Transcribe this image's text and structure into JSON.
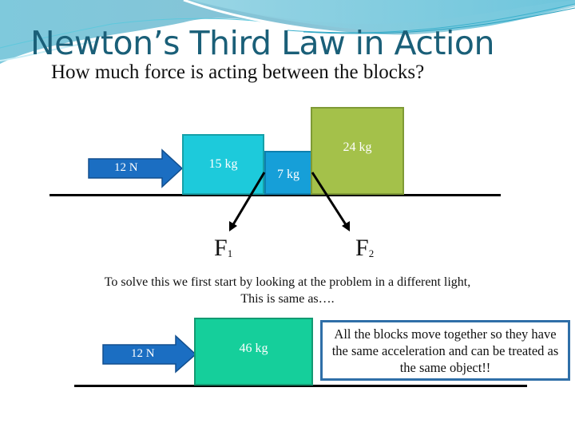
{
  "slide": {
    "title": "Newton’s Third Law in Action",
    "subtitle": "How much force is acting between the blocks?"
  },
  "top_diagram": {
    "applied_force": {
      "label": "12 N",
      "color": "#1b6ec2"
    },
    "blocks": [
      {
        "label": "15 kg",
        "color": "#1dcadb"
      },
      {
        "label": "7 kg",
        "color": "#169fd8"
      },
      {
        "label": "24 kg",
        "color": "#a4c14a"
      }
    ],
    "contact_forces": [
      {
        "symbol": "F",
        "subscript": "1"
      },
      {
        "symbol": "F",
        "subscript": "2"
      }
    ]
  },
  "explanation": {
    "line1": "To solve this we first start by looking at the problem in a different light,",
    "line2": "This is same as…."
  },
  "bottom_diagram": {
    "applied_force": {
      "label": "12 N",
      "color": "#1b6ec2"
    },
    "combined_block": {
      "label": "46 kg",
      "color": "#15cf9b"
    },
    "note": "All the blocks move together so they have the same acceleration and can be treated as the same object!!"
  }
}
